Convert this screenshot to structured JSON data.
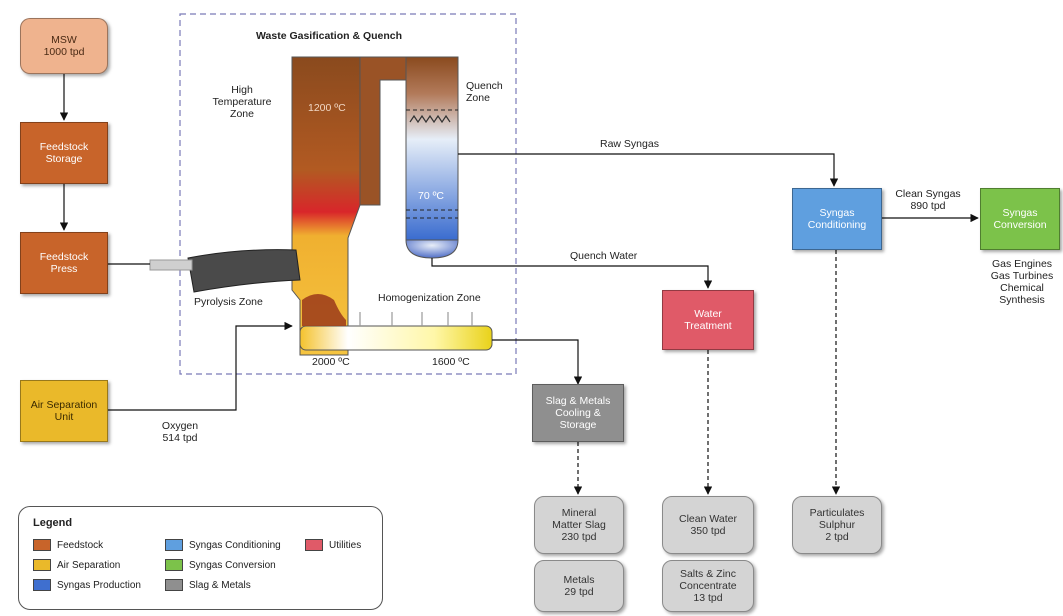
{
  "title": "Waste Gasification & Quench",
  "colors": {
    "feedstock": "#c8642a",
    "air_separation": "#eab92a",
    "syngas_production": "#3f6fcf",
    "syngas_conditioning": "#5f9fdf",
    "syngas_conversion": "#7cc24a",
    "slag_metals": "#8f8f8f",
    "utilities": "#e05a68"
  },
  "boxes": {
    "msw": "MSW\n1000 tpd",
    "feedstock_storage": "Feedstock\nStorage",
    "feedstock_press": "Feedstock\nPress",
    "air_separation_unit": "Air Separation\nUnit",
    "slag_metals_storage": "Slag & Metals\nCooling &\nStorage",
    "water_treatment": "Water\nTreatment",
    "syngas_conditioning": "Syngas\nConditioning",
    "syngas_conversion": "Syngas\nConversion"
  },
  "outputs": {
    "mineral_matter_slag": "Mineral\nMatter Slag\n230 tpd",
    "metals": "Metals\n29 tpd",
    "clean_water": "Clean Water\n350 tpd",
    "salts_zinc": "Salts & Zinc\nConcentrate\n13 tpd",
    "particulates": "Particulates\nSulphur\n2 tpd"
  },
  "labels": {
    "high_temp_zone": "High\nTemperature\nZone",
    "quench_zone": "Quench\nZone",
    "temp_1200": "1200 ºC",
    "temp_70": "70 ºC",
    "pyrolysis_zone": "Pyrolysis Zone",
    "homogenization_zone": "Homogenization  Zone",
    "temp_2000": "2000 ºC",
    "temp_1600": "1600 ºC",
    "raw_syngas": "Raw Syngas",
    "quench_water": "Quench Water",
    "clean_syngas": "Clean Syngas\n890 tpd",
    "oxygen": "Oxygen\n514 tpd",
    "end_uses": "Gas Engines\nGas Turbines\nChemical\nSynthesis"
  },
  "legend": {
    "title": "Legend",
    "items": [
      {
        "label": "Feedstock",
        "color": "#c8642a"
      },
      {
        "label": "Air Separation",
        "color": "#eab92a"
      },
      {
        "label": "Syngas Production",
        "color": "#3f6fcf"
      },
      {
        "label": "Syngas Conditioning",
        "color": "#5f9fdf"
      },
      {
        "label": "Syngas Conversion",
        "color": "#7cc24a"
      },
      {
        "label": "Slag & Metals",
        "color": "#8f8f8f"
      },
      {
        "label": "Utilities",
        "color": "#e05a68"
      }
    ]
  }
}
